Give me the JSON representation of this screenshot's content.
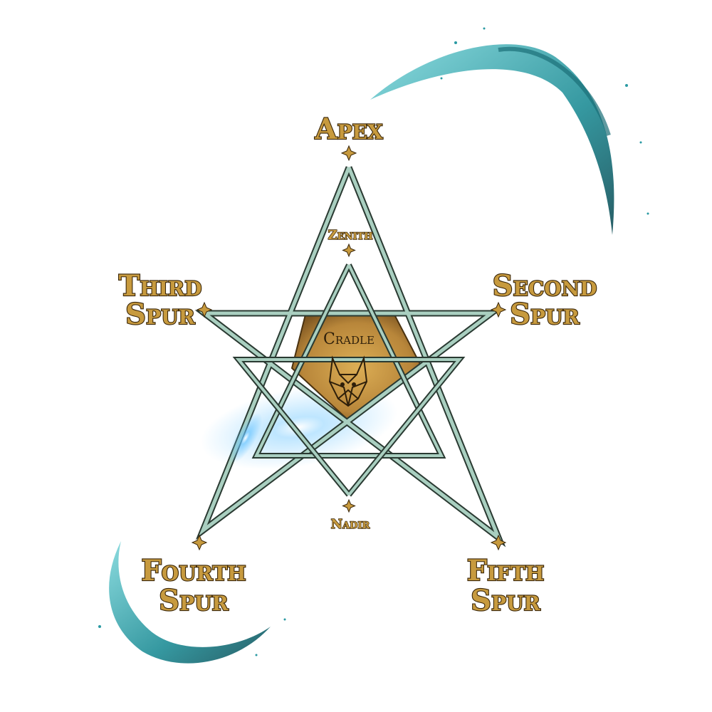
{
  "diagram": {
    "nodes": {
      "apex": "Apex",
      "zenith": "Zenith",
      "second_spur": [
        "Second",
        "Spur"
      ],
      "third_spur": [
        "Third",
        "Spur"
      ],
      "cradle": "Cradle",
      "nadir": "Nadir",
      "fourth_spur": [
        "Fourth",
        "Spur"
      ],
      "fifth_spur": [
        "Fifth",
        "Spur"
      ]
    },
    "center_emblem": "fox-head-icon",
    "colors": {
      "label_gold": "#c79a3e",
      "label_outline": "#3a2609",
      "star_line": "#a9cfc0",
      "star_line_edge": "#2a3a32",
      "cradle_fill": "#c9963f",
      "swirl_teal": "#2aa3a9",
      "glow_blue": "#4fb6ff"
    }
  }
}
